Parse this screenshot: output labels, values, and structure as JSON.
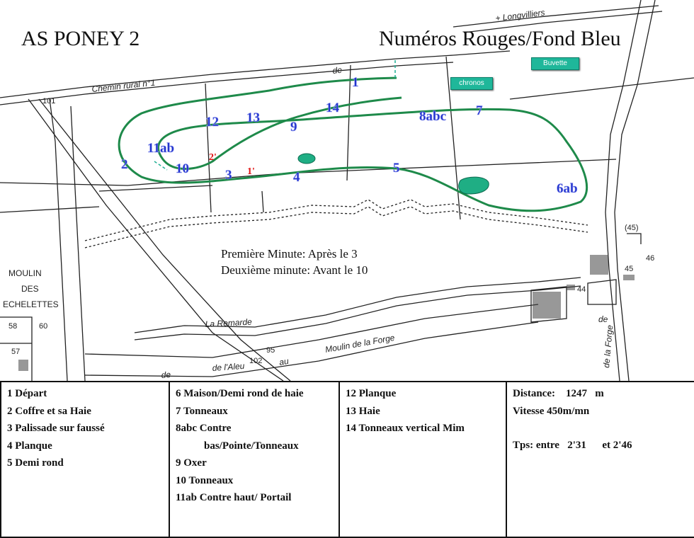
{
  "title": "AS PONEY 2",
  "subtitle": "Numéros  Rouges/Fond Bleu",
  "badges": {
    "buvette": "Buvette",
    "chronos": "chronos"
  },
  "map_labels": {
    "road_top": "+ Longvilliers",
    "chemin": "Chemin rural n°1",
    "chemin_de": "de",
    "road_101": "101",
    "moulin": [
      "MOULIN",
      "DES",
      "ECHELETTES"
    ],
    "plots": [
      "58",
      "60",
      "57",
      "46",
      "44",
      "45",
      "(45)",
      "95",
      "102"
    ],
    "remarde": "La Remarde",
    "moulin_forge": "Moulin de la Forge",
    "aleu": "de l'Aleu",
    "au": "au",
    "right_road": "de la Forge",
    "right_de": "de"
  },
  "obstacles": [
    {
      "label": "1",
      "color": "blue"
    },
    {
      "label": "14",
      "color": "blue"
    },
    {
      "label": "13",
      "color": "blue"
    },
    {
      "label": "12",
      "color": "blue"
    },
    {
      "label": "11ab",
      "color": "blue"
    },
    {
      "label": "2",
      "color": "blue"
    },
    {
      "label": "10",
      "color": "blue"
    },
    {
      "label": "2'",
      "color": "red"
    },
    {
      "label": "3",
      "color": "blue"
    },
    {
      "label": "1'",
      "color": "red"
    },
    {
      "label": "9",
      "color": "blue"
    },
    {
      "label": "4",
      "color": "blue"
    },
    {
      "label": "8abc",
      "color": "blue"
    },
    {
      "label": "7",
      "color": "blue"
    },
    {
      "label": "5",
      "color": "blue"
    },
    {
      "label": "6ab",
      "color": "blue"
    }
  ],
  "notes": [
    "Première Minute: Après le 3",
    "Deuxième minute: Avant le 10"
  ],
  "legend": {
    "col1": [
      "1 Départ",
      "2 Coffre et sa Haie",
      "3 Palissade sur faussé",
      "4 Planque",
      "5 Demi rond"
    ],
    "col2": [
      "6 Maison/Demi rond de haie",
      "7 Tonneaux",
      "8abc Contre",
      "bas/Pointe/Tonneaux",
      "9 Oxer",
      "10 Tonneaux",
      "11ab Contre haut/ Portail"
    ],
    "col3": [
      "12 Planque",
      "13 Haie",
      "14 Tonneaux vertical Mim"
    ],
    "summary": {
      "distance": "Distance:    1247   m",
      "vitesse": "Vitesse 450m/mn",
      "temps": "Tps: entre   2'31      et 2'46"
    }
  },
  "colors": {
    "route": "#1e8a4a",
    "number_blue": "#2233cc",
    "number_red": "#e01010",
    "badge": "#1fb79a"
  }
}
